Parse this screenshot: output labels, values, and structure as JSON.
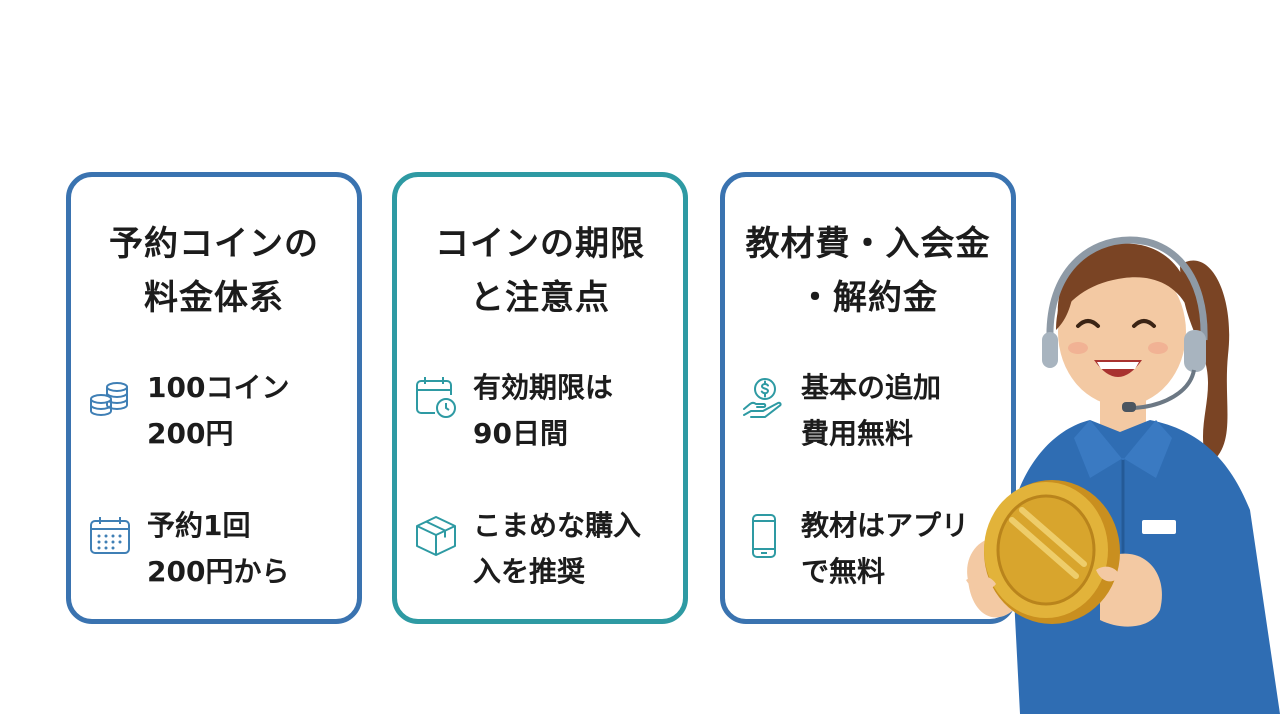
{
  "cards": [
    {
      "title": "予約コインの\n料金体系",
      "items": [
        {
          "icon": "coin-stack-icon",
          "text": "100コイン\n200円"
        },
        {
          "icon": "calendar-icon",
          "text": "予約1回\n200円から"
        }
      ]
    },
    {
      "title": "コインの期限\nと注意点",
      "items": [
        {
          "icon": "calendar-clock-icon",
          "text": "有効期限は\n90日間"
        },
        {
          "icon": "box-icon",
          "text": "こまめな購入\n入を推奨"
        }
      ]
    },
    {
      "title": "教材費・入会金\n・解約金",
      "items": [
        {
          "icon": "hand-coin-icon",
          "text": "基本の追加\n費用無料"
        },
        {
          "icon": "smartphone-icon",
          "text": "教材はアプリ\nで無料"
        }
      ]
    }
  ],
  "colors": {
    "card_blue": "#3a73b0",
    "card_teal": "#2e9aa3",
    "icon_blue": "#3f7fb5",
    "icon_teal": "#2e9aa3",
    "coin_gold": "#e2b33a",
    "shirt_blue": "#2f6db3"
  }
}
